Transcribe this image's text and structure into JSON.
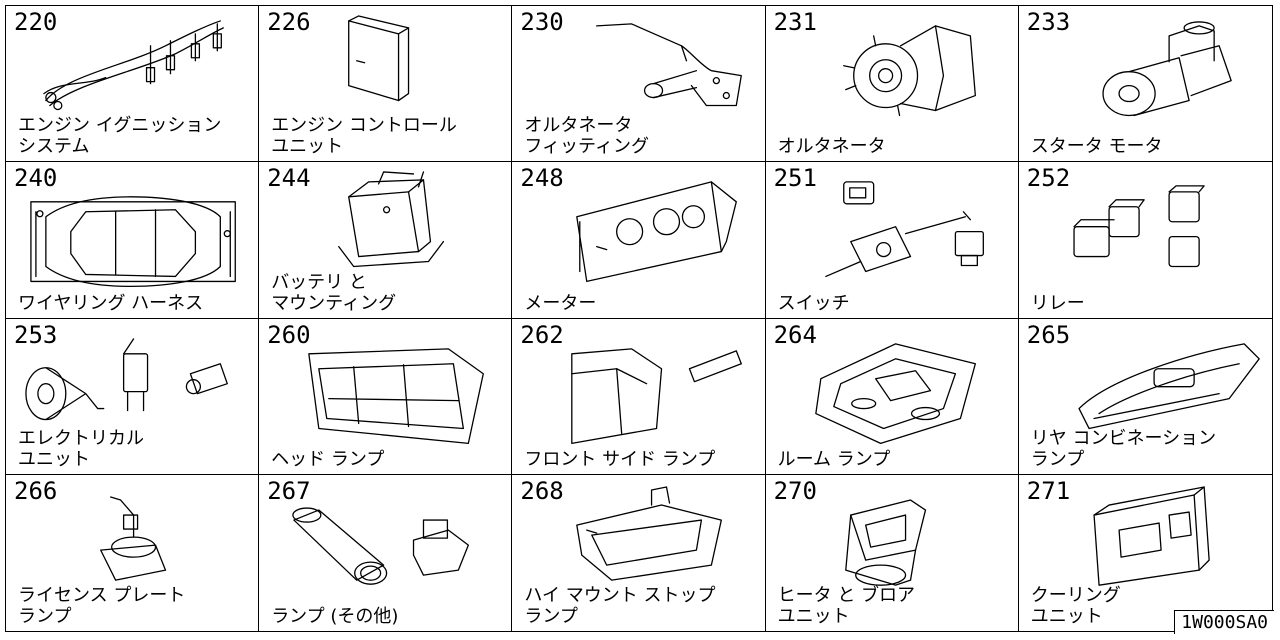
{
  "diagram_code": "1W000SA0",
  "cells": [
    {
      "number": "220",
      "label_lines": [
        "エンジン イグニッション",
        "システム"
      ],
      "icon": "ignition-wires"
    },
    {
      "number": "226",
      "label_lines": [
        "エンジン コントロール",
        "ユニット"
      ],
      "icon": "control-unit"
    },
    {
      "number": "230",
      "label_lines": [
        "オルタネータ",
        "フィッティング"
      ],
      "icon": "bracket"
    },
    {
      "number": "231",
      "label_lines": [
        "オルタネータ"
      ],
      "icon": "alternator"
    },
    {
      "number": "233",
      "label_lines": [
        "スタータ モータ"
      ],
      "icon": "starter-motor"
    },
    {
      "number": "240",
      "label_lines": [
        "ワイヤリング ハーネス"
      ],
      "icon": "car-harness"
    },
    {
      "number": "244",
      "label_lines": [
        "バッテリ と",
        "マウンティング"
      ],
      "icon": "battery"
    },
    {
      "number": "248",
      "label_lines": [
        "メーター"
      ],
      "icon": "meter"
    },
    {
      "number": "251",
      "label_lines": [
        "スイッチ"
      ],
      "icon": "switch"
    },
    {
      "number": "252",
      "label_lines": [
        "リレー"
      ],
      "icon": "relay"
    },
    {
      "number": "253",
      "label_lines": [
        "エレクトリカル",
        "ユニット"
      ],
      "icon": "horn"
    },
    {
      "number": "260",
      "label_lines": [
        "ヘッド ランプ"
      ],
      "icon": "headlamp"
    },
    {
      "number": "262",
      "label_lines": [
        "フロント サイド ランプ"
      ],
      "icon": "side-lamp"
    },
    {
      "number": "264",
      "label_lines": [
        "ルーム ランプ"
      ],
      "icon": "room-lamp"
    },
    {
      "number": "265",
      "label_lines": [
        "リヤ コンビネーション",
        "ランプ"
      ],
      "icon": "rear-lamp"
    },
    {
      "number": "266",
      "label_lines": [
        "ライセンス プレート",
        "ランプ"
      ],
      "icon": "license-lamp"
    },
    {
      "number": "267",
      "label_lines": [
        "ランプ (その他)"
      ],
      "icon": "misc-lamp"
    },
    {
      "number": "268",
      "label_lines": [
        "ハイ マウント ストップ",
        "ランプ"
      ],
      "icon": "stop-lamp"
    },
    {
      "number": "270",
      "label_lines": [
        "ヒータ と ブロア",
        "ユニット"
      ],
      "icon": "heater"
    },
    {
      "number": "271",
      "label_lines": [
        "クーリング",
        "ユニット"
      ],
      "icon": "cooling-unit"
    }
  ]
}
